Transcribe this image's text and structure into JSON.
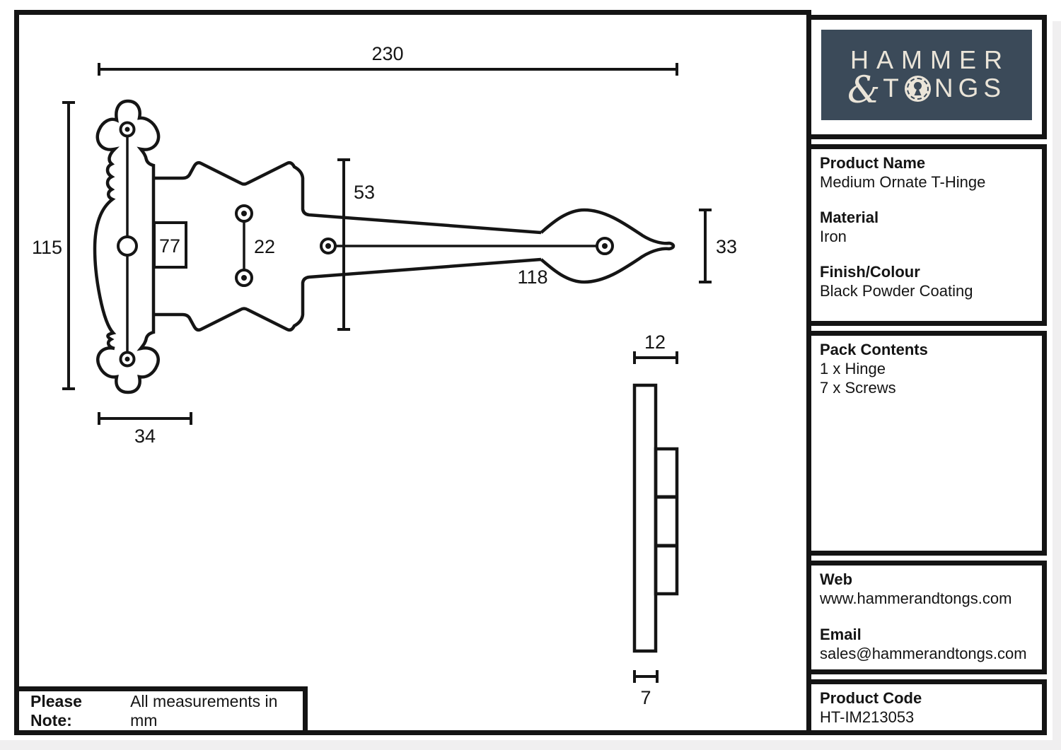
{
  "logo": {
    "line1": "HAMMER",
    "amp": "&",
    "t": "T",
    "ngs": "NGS",
    "bg_color": "#3B4A59",
    "fg_color": "#EAE4D8",
    "keyhole_icon": "keyhole-icon"
  },
  "sidebar": {
    "product": {
      "label": "Product Name",
      "value": "Medium Ornate T-Hinge"
    },
    "material": {
      "label": "Material",
      "value": "Iron"
    },
    "finish": {
      "label": "Finish/Colour",
      "value": "Black Powder Coating"
    },
    "pack": {
      "label": "Pack Contents",
      "items": [
        "1 x Hinge",
        "7 x Screws"
      ]
    },
    "web": {
      "label": "Web",
      "value": "www.hammerandtongs.com"
    },
    "email": {
      "label": "Email",
      "value": "sales@hammerandtongs.com"
    },
    "code": {
      "label": "Product Code",
      "value": "HT-IM213053"
    }
  },
  "note": {
    "bold": "Please Note:",
    "text": "All measurements in mm"
  },
  "drawing": {
    "line_color": "#151515",
    "dim_overall_length": "230",
    "dim_plate_height": "115",
    "dim_strap_root_height": "53",
    "dim_knuckle": "77",
    "dim_screw_spacing": "22",
    "dim_strap_length": "118",
    "dim_leaf_height": "33",
    "dim_plate_width": "34",
    "dim_side_overall": "12",
    "dim_side_thickness": "7"
  }
}
